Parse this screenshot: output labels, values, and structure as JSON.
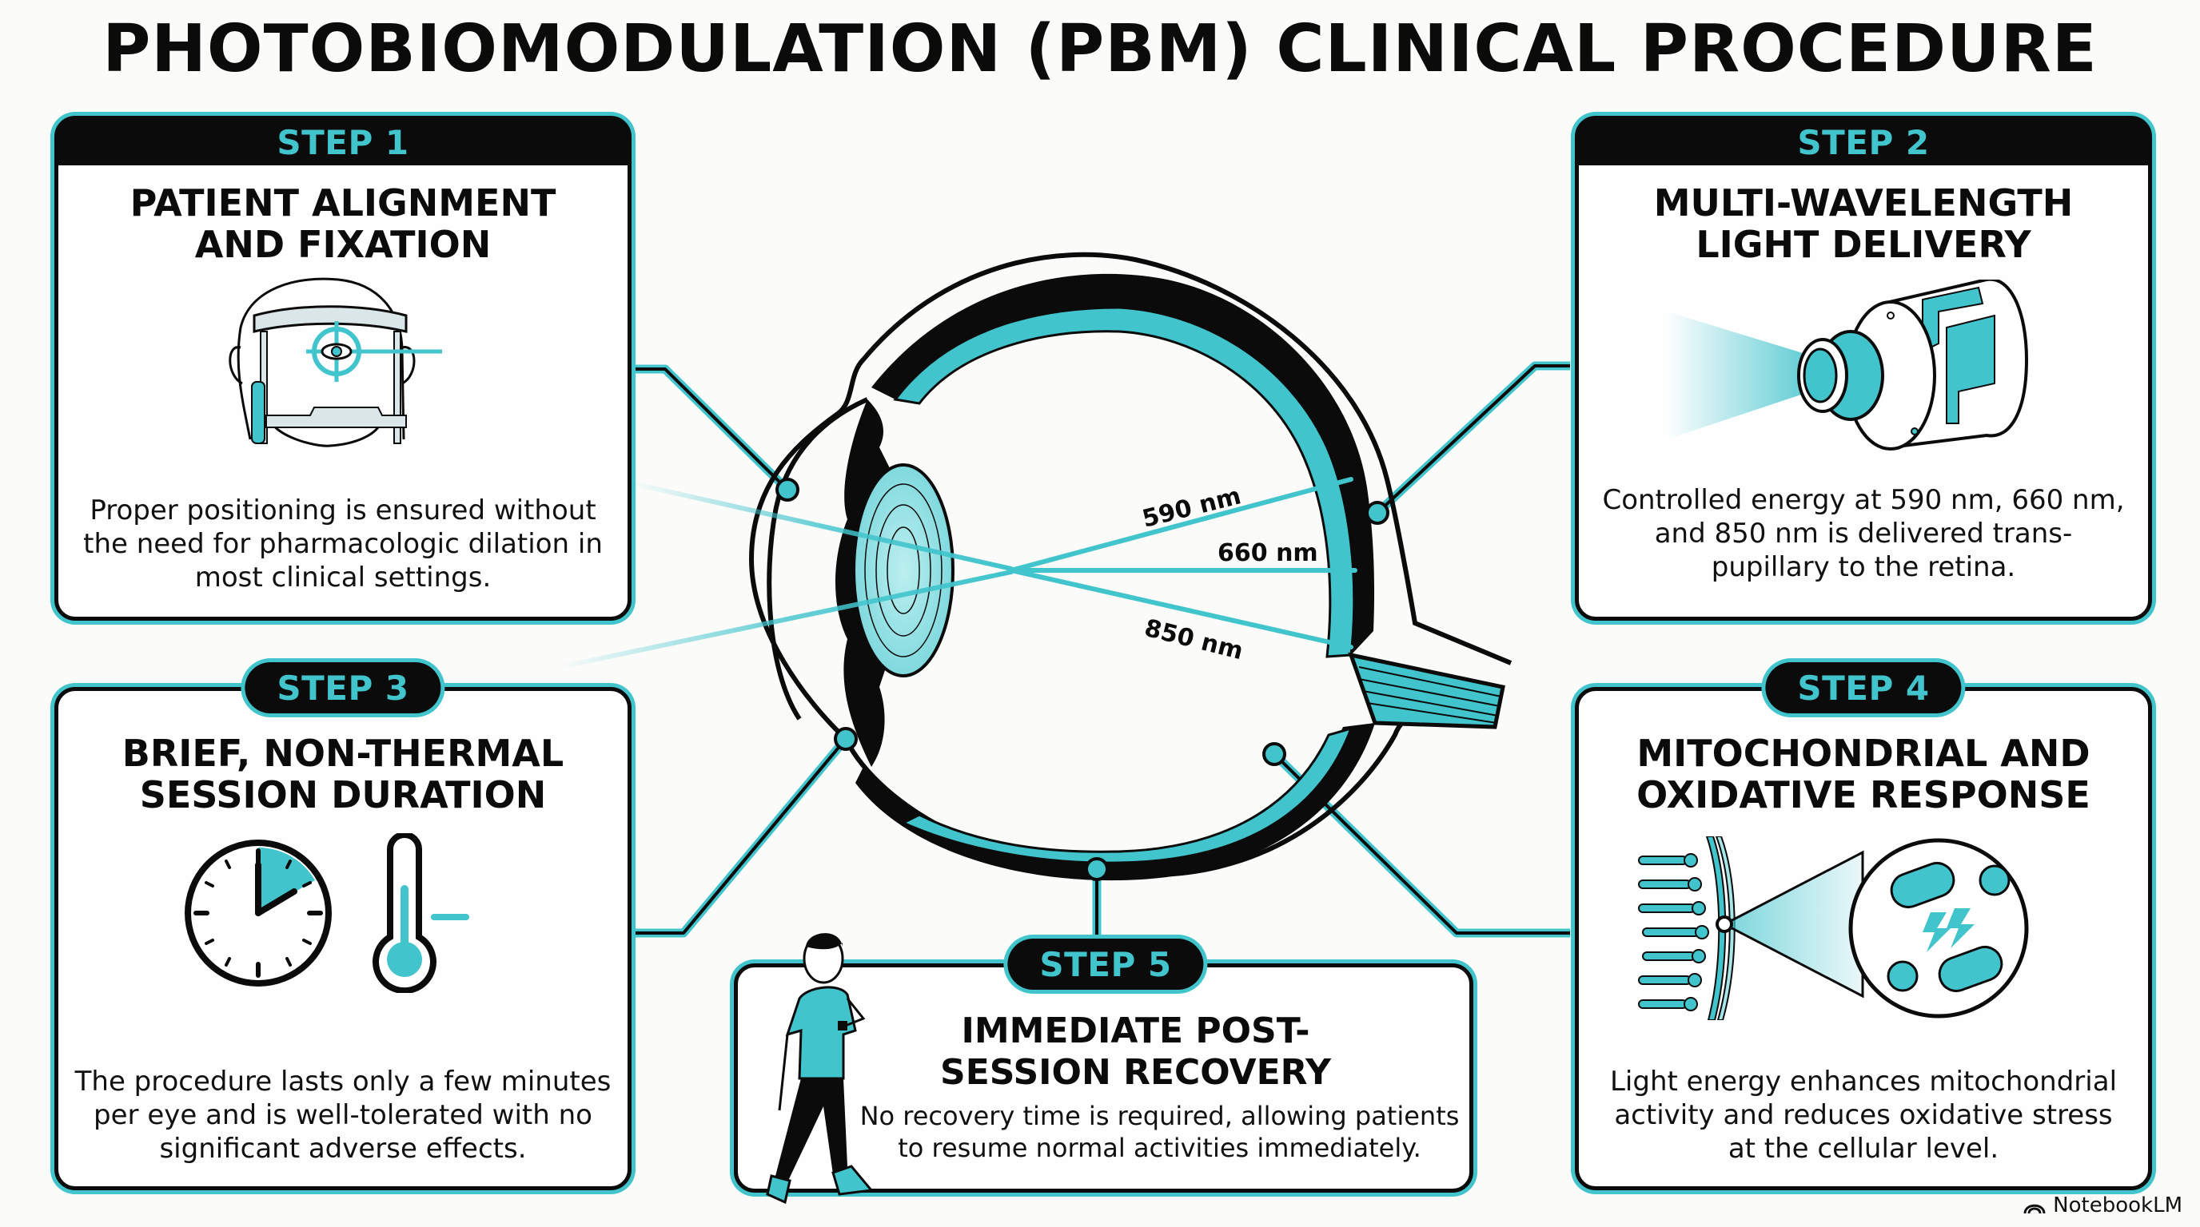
{
  "title": "PHOTOBIOMODULATION (PBM) CLINICAL PROCEDURE",
  "colors": {
    "accent": "#41c4cc",
    "accent_light": "#a6e6e8",
    "ink": "#0b0b0b",
    "background": "#fbfbfa"
  },
  "eye_diagram": {
    "wavelength_labels": [
      "590 nm",
      "660 nm",
      "850 nm"
    ]
  },
  "steps": [
    {
      "label": "STEP 1",
      "title_lines": [
        "PATIENT ALIGNMENT",
        "AND FIXATION"
      ],
      "description_lines": [
        "Proper positioning is ensured without",
        "the need for pharmacologic dilation in",
        "most clinical settings."
      ],
      "icon": "patient-headrest-fixation-icon"
    },
    {
      "label": "STEP 2",
      "title_lines": [
        "MULTI-WAVELENGTH",
        "LIGHT DELIVERY"
      ],
      "description_lines": [
        "Controlled energy at 590 nm, 660 nm,",
        "and 850 nm is delivered trans-",
        "pupillary to the retina."
      ],
      "icon": "light-emitter-device-icon"
    },
    {
      "label": "STEP 3",
      "title_lines": [
        "BRIEF, NON-THERMAL",
        "SESSION DURATION"
      ],
      "description_lines": [
        "The procedure lasts only a few minutes",
        "per eye and is well-tolerated with no",
        "significant adverse effects."
      ],
      "icon": "clock-and-thermometer-icon"
    },
    {
      "label": "STEP 4",
      "title_lines": [
        "MITOCHONDRIAL AND",
        "OXIDATIVE RESPONSE"
      ],
      "description_lines": [
        "Light energy enhances mitochondrial",
        "activity and reduces oxidative stress",
        "at the cellular level."
      ],
      "icon": "retina-mitochondria-magnifier-icon"
    },
    {
      "label": "STEP 5",
      "title_lines": [
        "IMMEDIATE POST-",
        "SESSION RECOVERY"
      ],
      "description_lines": [
        "No recovery time is required, allowing patients",
        "to resume normal activities immediately."
      ],
      "icon": "walking-person-icon"
    }
  ],
  "watermark": {
    "text": "NotebookLM",
    "icon": "notebooklm-logo-icon"
  }
}
